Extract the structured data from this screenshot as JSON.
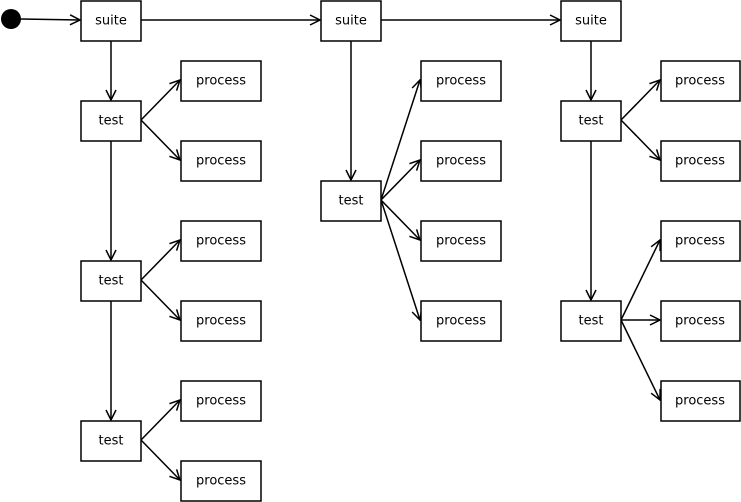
{
  "nodes": {
    "suite": "suite",
    "test": "test",
    "process": "process"
  },
  "colors": {
    "stroke": "#000000",
    "fill": "#ffffff",
    "start_dot": "#000000"
  }
}
